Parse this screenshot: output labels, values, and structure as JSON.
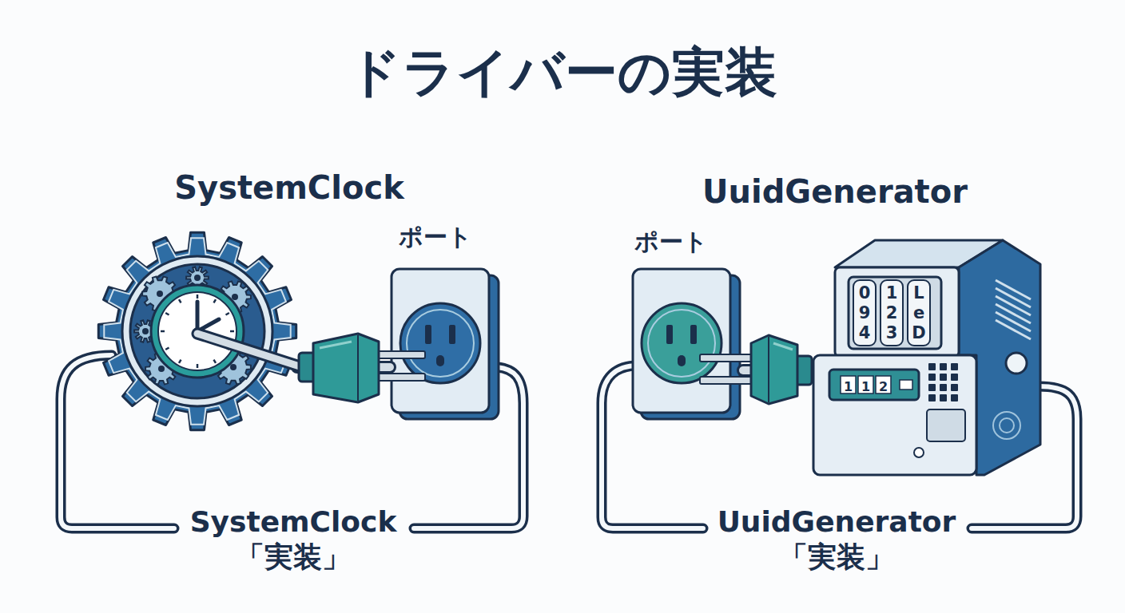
{
  "diagram": {
    "title": "ドライバーの実装",
    "nodes": [
      {
        "text": [
          "SystemClock"
        ]
      },
      {
        "text": [
          "ポート"
        ]
      },
      {
        "text": [
          "ポート"
        ]
      },
      {
        "text": [
          "UuidGenerator"
        ]
      }
    ],
    "edges": [
      {
        "from": 0,
        "to": 1,
        "arrow": "none"
      },
      {
        "from": 3,
        "to": 2,
        "arrow": "none"
      }
    ],
    "labels": [
      "SystemClock 「実装」",
      "UuidGenerator 「実装」",
      "0",
      "1",
      "L",
      "9",
      "2",
      "e",
      "4",
      "3",
      "D",
      "1",
      "1",
      "2"
    ]
  }
}
